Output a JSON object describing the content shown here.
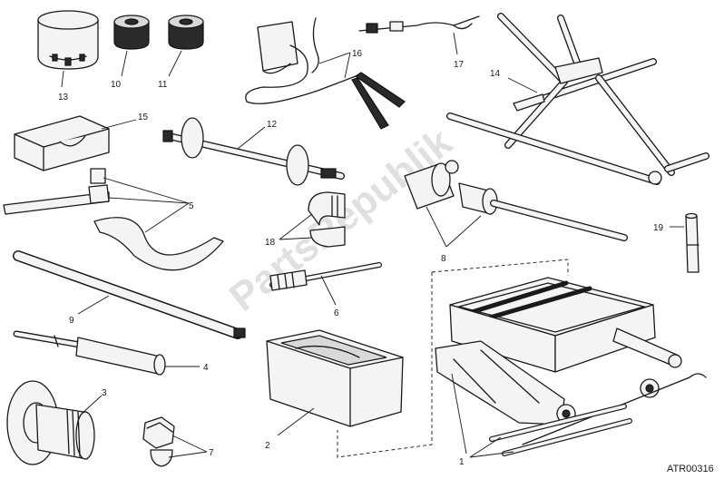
{
  "diagram": {
    "drawing_code": "ATR00316",
    "watermark": "PartsRepublik",
    "callouts": [
      {
        "id": "c1",
        "label": "1"
      },
      {
        "id": "c2",
        "label": "2"
      },
      {
        "id": "c3",
        "label": "3"
      },
      {
        "id": "c4",
        "label": "4"
      },
      {
        "id": "c5",
        "label": "5"
      },
      {
        "id": "c6",
        "label": "6"
      },
      {
        "id": "c7",
        "label": "7"
      },
      {
        "id": "c8",
        "label": "8"
      },
      {
        "id": "c9",
        "label": "9"
      },
      {
        "id": "c10",
        "label": "10"
      },
      {
        "id": "c11",
        "label": "11"
      },
      {
        "id": "c12",
        "label": "12"
      },
      {
        "id": "c13",
        "label": "13"
      },
      {
        "id": "c14",
        "label": "14"
      },
      {
        "id": "c15",
        "label": "15"
      },
      {
        "id": "c16",
        "label": "16"
      },
      {
        "id": "c17",
        "label": "17"
      },
      {
        "id": "c18",
        "label": "18"
      },
      {
        "id": "c19",
        "label": "19"
      }
    ]
  }
}
